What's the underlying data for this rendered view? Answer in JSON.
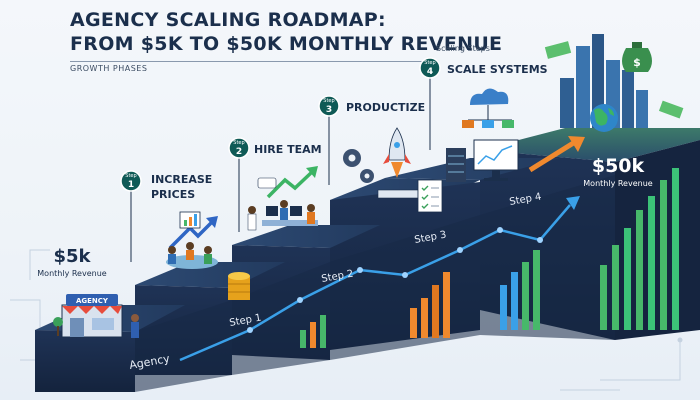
{
  "title_line1": "AGENCY SCALING ROADMAP:",
  "title_line2": "FROM $5K TO $50K MONTHLY REVENUE",
  "subtitle": "GROWTH PHASES",
  "legend_note": "Scaling Steps",
  "start": {
    "amount": "$5k",
    "caption": "Monthly Revenue",
    "building_sign": "AGENCY"
  },
  "end": {
    "amount": "$50k",
    "caption": "Monthly Revenue"
  },
  "steps": [
    {
      "tread_label": "Agency"
    },
    {
      "marker_word": "Step",
      "marker_num": "1",
      "callout": [
        "INCREASE",
        "PRICES"
      ],
      "tread_label": "Step 1"
    },
    {
      "marker_word": "Step",
      "marker_num": "2",
      "callout": [
        "HIRE TEAM"
      ],
      "tread_label": "Step 2"
    },
    {
      "marker_word": "Step",
      "marker_num": "3",
      "callout": [
        "PRODUCTIZE"
      ],
      "tread_label": "Step 3"
    },
    {
      "marker_word": "Step",
      "marker_num": "4",
      "callout": [
        "SCALE SYSTEMS"
      ],
      "tread_label": "Step 4"
    }
  ],
  "icons": [
    "storefront-icon",
    "meeting-icon",
    "coin-stack-icon",
    "team-desks-icon",
    "rocket-icon",
    "gears-icon",
    "checklist-icon",
    "cloud-network-icon",
    "server-icon",
    "dashboard-monitor-icon",
    "city-skyline-icon",
    "globe-icon",
    "money-icon",
    "money-bag-icon",
    "growth-arrow-icon"
  ],
  "colors": {
    "stair_dark": "#1b2c4a",
    "stair_tread": "#263d62",
    "accent_green": "#47b86a",
    "accent_orange": "#f0892e",
    "accent_blue": "#3aa0e8",
    "title": "#1b2f4c"
  }
}
